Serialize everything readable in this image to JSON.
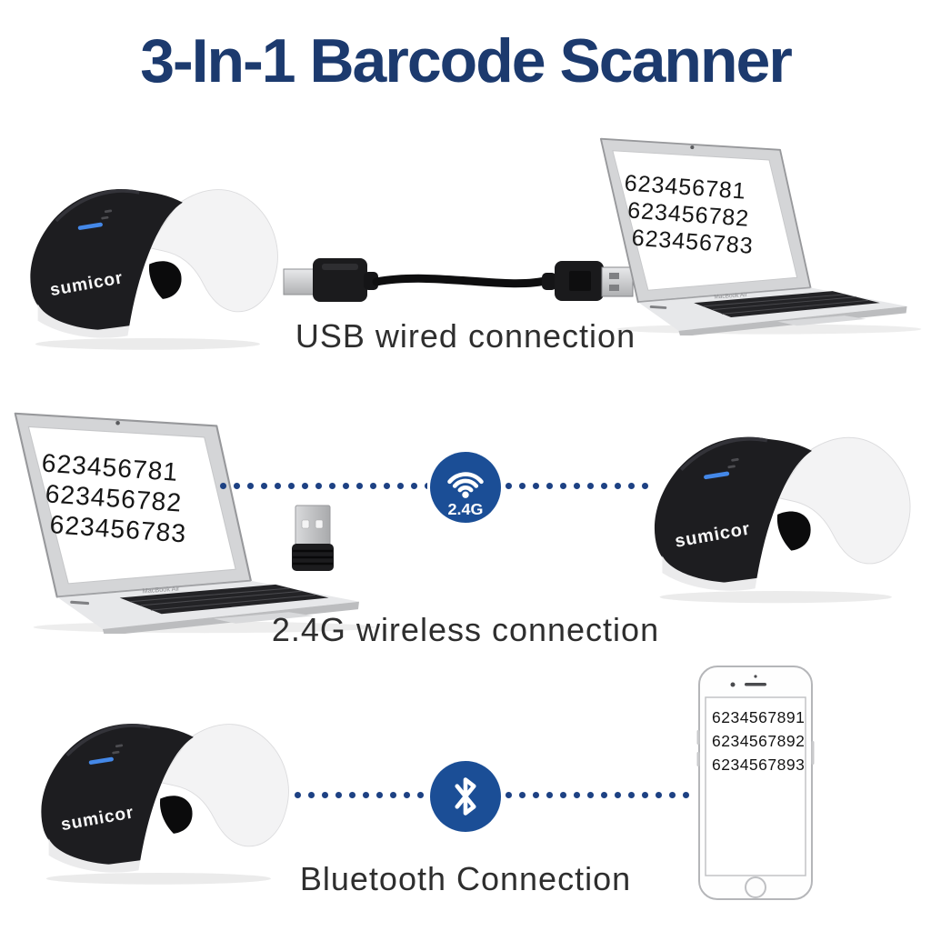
{
  "page": {
    "title": "3-In-1 Barcode Scanner"
  },
  "colors": {
    "title_navy": "#1c3a6e",
    "badge_blue": "#1b4e96",
    "dot_blue": "#1d4183",
    "led_blue": "#4488e8"
  },
  "brand": {
    "scanner": "sumicor",
    "laptop": "MacBook Air"
  },
  "icons": {
    "wireless": "wifi-icon",
    "bluetooth": "bluetooth-icon"
  },
  "sections": {
    "usb": {
      "caption": "USB wired connection",
      "laptop_screen_lines": [
        "623456781",
        "623456782",
        "623456783"
      ]
    },
    "wireless": {
      "caption": "2.4G wireless connection",
      "badge_label": "2.4G",
      "laptop_screen_lines": [
        "623456781",
        "623456782",
        "623456783"
      ]
    },
    "bluetooth": {
      "caption": "Bluetooth Connection",
      "phone_screen_lines": [
        "6234567891",
        "6234567892",
        "6234567893"
      ]
    }
  }
}
